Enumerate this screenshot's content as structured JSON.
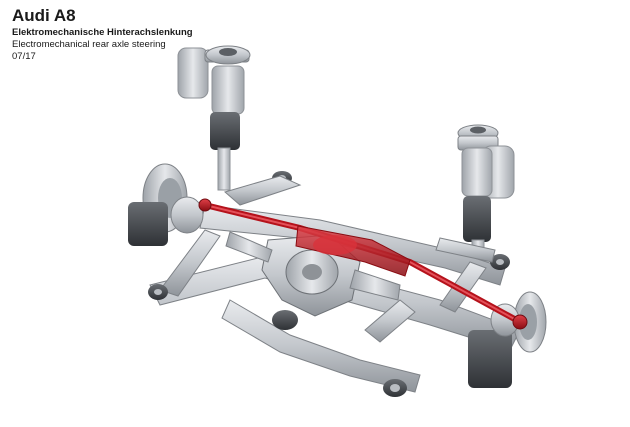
{
  "caption": {
    "title": "Audi A8",
    "subtitle_de": "Elektromechanische Hinterachslenkung",
    "subtitle_en": "Electromechanical rear axle steering",
    "date": "07/17"
  },
  "colors": {
    "background": "#ffffff",
    "metal": "#c9ccd0",
    "metal_dark": "#8e9297",
    "steering_highlight": "#b5121b"
  }
}
